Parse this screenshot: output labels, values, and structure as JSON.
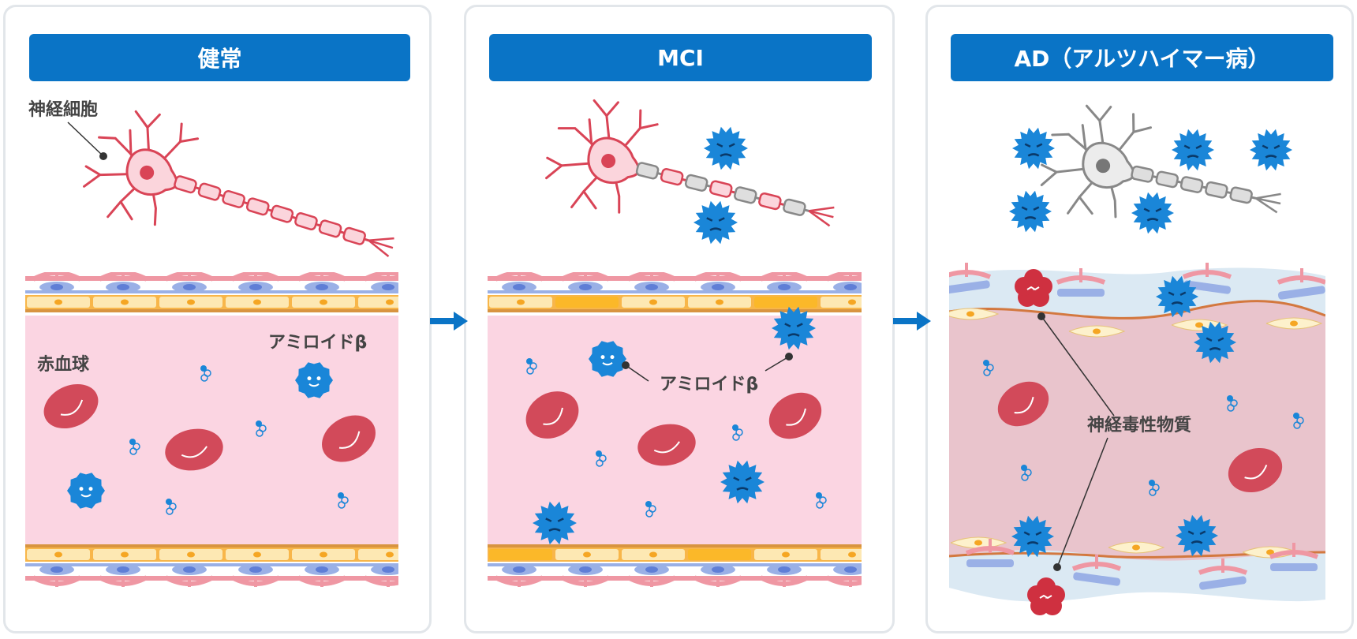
{
  "panels": [
    {
      "title": "健常"
    },
    {
      "title": "MCI"
    },
    {
      "title": "AD（アルツハイマー病）"
    }
  ],
  "labels": {
    "neuron": "神経細胞",
    "red_blood_cell": "赤血球",
    "amyloid_healthy": "アミロイドβ",
    "amyloid_mci": "アミロイドβ",
    "neurotoxin": "神経毒性物質"
  },
  "colors": {
    "banner": "#0a74c6",
    "vessel_lumen": "#fbd5e2",
    "vessel_lumen_ad": "#e9c4cc",
    "red_cell": "#d24a5a",
    "amyloid": "#1a86d8",
    "endothelium": "#fde8b3",
    "endothelium_damaged": "#fbb829",
    "neuron_healthy": "#d94456",
    "neuron_dead": "#888888",
    "toxin": "#cf3040"
  },
  "icons": [
    "neuron-icon",
    "red-blood-cell-icon",
    "amyloid-beta-icon",
    "angry-amyloid-icon",
    "neurotoxin-icon",
    "arrow-right-icon",
    "molecule-icon"
  ]
}
